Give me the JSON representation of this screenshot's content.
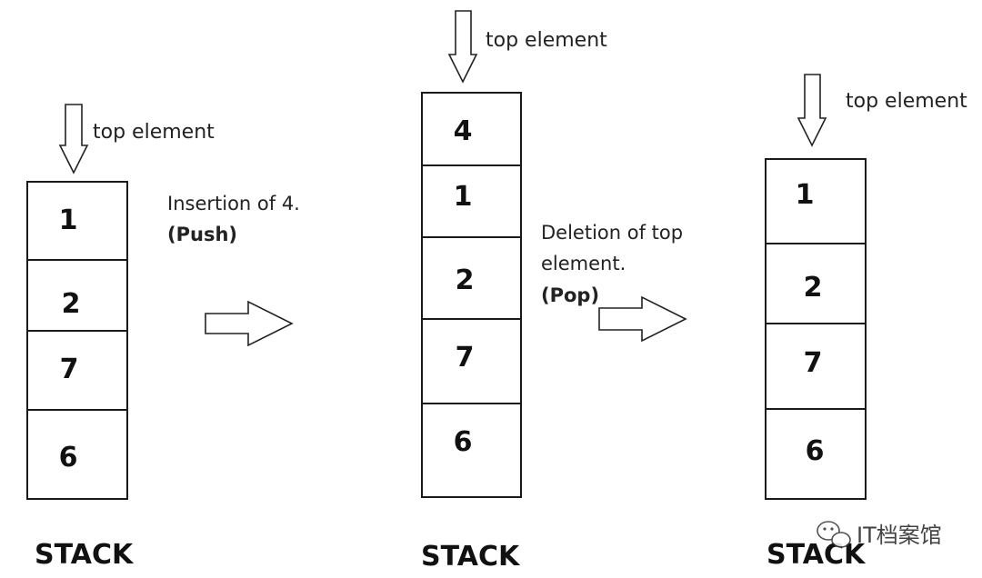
{
  "stacks": [
    {
      "pointer_label": "top element",
      "items": [
        "1",
        "2",
        "7",
        "6"
      ],
      "caption": "STACK"
    },
    {
      "pointer_label": "top element",
      "items": [
        "4",
        "1",
        "2",
        "7",
        "6"
      ],
      "caption": "STACK"
    },
    {
      "pointer_label": "top element",
      "items": [
        "1",
        "2",
        "7",
        "6"
      ],
      "caption": "STACK"
    }
  ],
  "operations": [
    {
      "lines": [
        "Insertion of 4."
      ],
      "bold_line": "(Push)"
    },
    {
      "lines": [
        "Deletion of top",
        "element."
      ],
      "bold_line": "(Pop)"
    }
  ],
  "watermark": "IT档案馆"
}
